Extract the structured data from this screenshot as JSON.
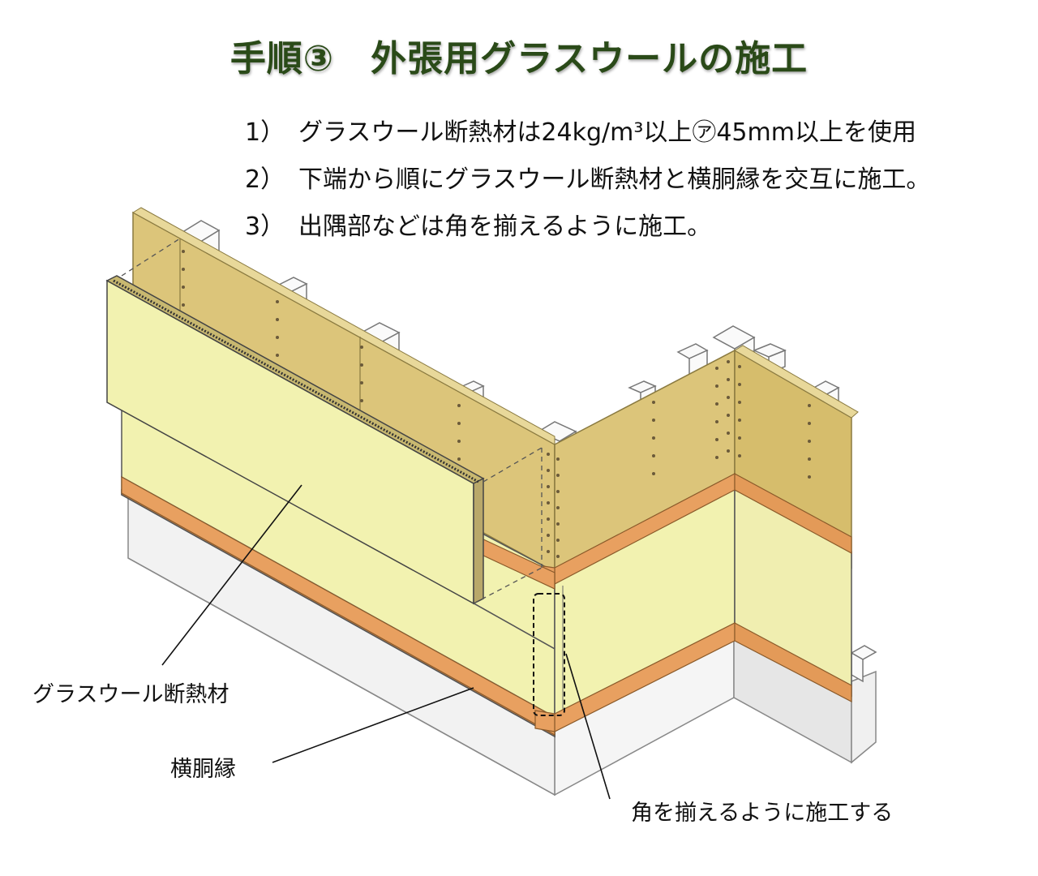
{
  "title": "手順③　外張用グラスウールの施工",
  "steps": [
    {
      "num": "1）",
      "text": "グラスウール断熱材は24kg/m³以上㋐45mm以上を使用"
    },
    {
      "num": "2）",
      "text": "下端から順にグラスウール断熱材と横胴縁を交互に施工。"
    },
    {
      "num": "3）",
      "text": "出隅部などは角を揃えるように施工。"
    }
  ],
  "callouts": {
    "glasswool": "グラスウール断熱材",
    "furring": "横胴縁",
    "corner": "角を揃えるように施工する"
  },
  "colors": {
    "title": "#2a4a18",
    "sheathing": "#dcc57a",
    "glasswool": "#f2f2b0",
    "furring": "#e8a060",
    "foundation": "#f2f2f2"
  }
}
